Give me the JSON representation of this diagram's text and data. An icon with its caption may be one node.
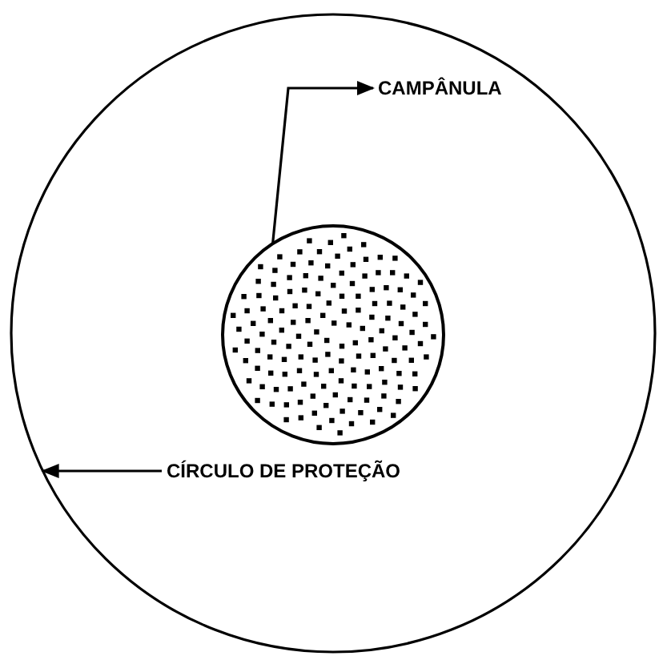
{
  "diagram": {
    "nodes": [
      {
        "text": [],
        "shape": "circle"
      },
      {
        "text": [],
        "shape": "circle",
        "in": 0
      },
      {
        "text": [
          "CAMPÂNULA"
        ],
        "in": 0
      },
      {
        "text": [
          "CÍRCULO DE PROTEÇÃO"
        ],
        "in": 0
      }
    ],
    "edges": [
      {
        "from": 1,
        "to": 2,
        "arrow": "to"
      },
      {
        "from": 3,
        "to": 0,
        "arrow": "to"
      }
    ]
  }
}
